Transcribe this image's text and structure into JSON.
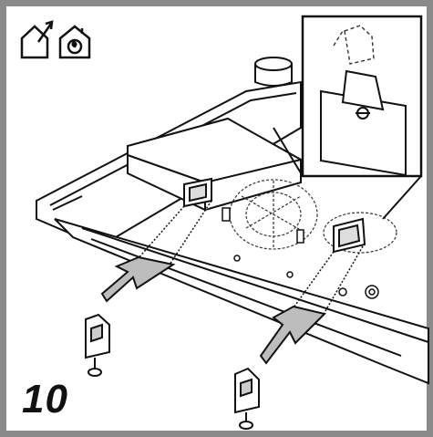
{
  "step": {
    "number": "10"
  },
  "icons": [
    {
      "name": "house-ducted-icon"
    },
    {
      "name": "house-recirculation-icon"
    }
  ],
  "arrows": {
    "count": 2
  },
  "parts": {
    "bracket_count": 2
  }
}
